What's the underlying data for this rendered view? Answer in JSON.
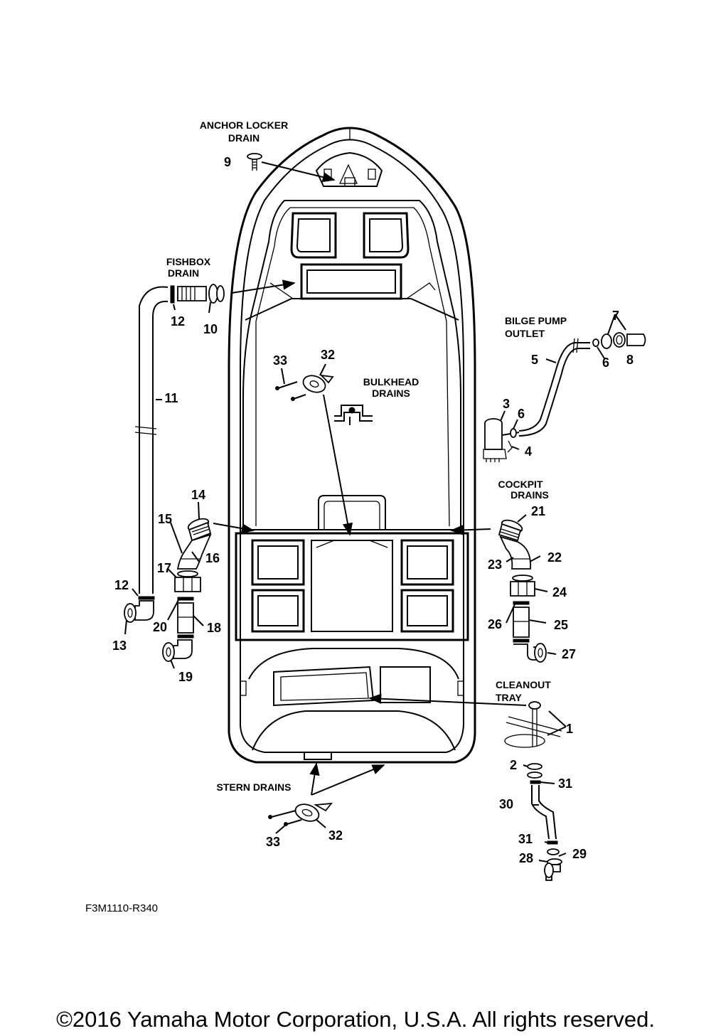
{
  "diagram_code": "F3M1110-R340",
  "copyright": "©2016 Yamaha Motor Corporation, U.S.A. All rights reserved.",
  "captions": {
    "anchor_locker": [
      "ANCHOR LOCKER",
      "DRAIN"
    ],
    "fishbox": [
      "FISHBOX",
      "DRAIN"
    ],
    "bilge_pump": [
      "BILGE PUMP",
      "OUTLET"
    ],
    "bulkhead": [
      "BULKHEAD",
      "DRAINS"
    ],
    "cockpit": [
      "COCKPIT",
      "DRAINS"
    ],
    "cleanout": [
      "CLEANOUT",
      "TRAY"
    ],
    "stern": [
      "STERN DRAINS"
    ]
  },
  "callouts": {
    "c9": "9",
    "c12a": "12",
    "c10": "10",
    "c11": "11",
    "c33a": "33",
    "c32a": "32",
    "c7": "7",
    "c5": "5",
    "c6a": "6",
    "c8": "8",
    "c3": "3",
    "c6b": "6",
    "c4": "4",
    "c14": "14",
    "c15": "15",
    "c16": "16",
    "c17": "17",
    "c12b": "12",
    "c13": "13",
    "c20": "20",
    "c18": "18",
    "c19": "19",
    "c21": "21",
    "c22": "22",
    "c23": "23",
    "c24": "24",
    "c26": "26",
    "c25": "25",
    "c27": "27",
    "c1": "1",
    "c2": "2",
    "c31a": "31",
    "c30": "30",
    "c31b": "31",
    "c28": "28",
    "c29": "29",
    "c33b": "33",
    "c32b": "32"
  }
}
